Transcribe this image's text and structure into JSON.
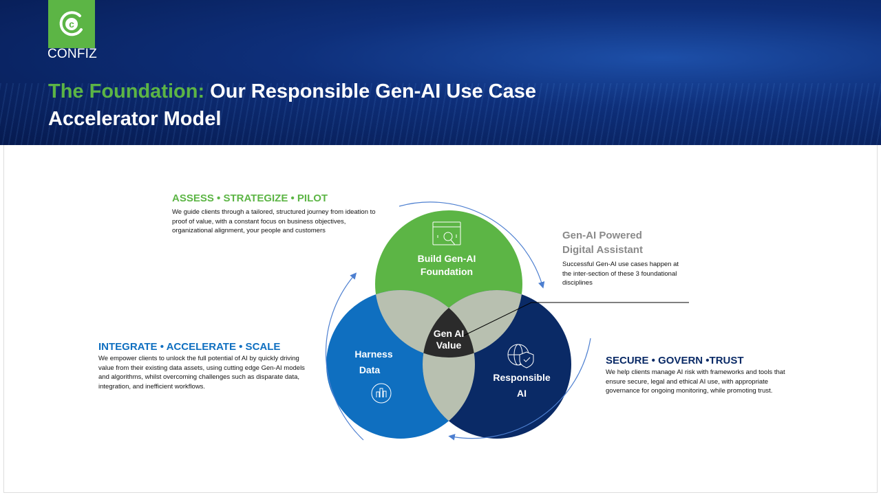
{
  "header": {
    "logo_text": "CONFIZ",
    "title_accent": "The Foundation:",
    "title_line1": " Our Responsible Gen-AI Use Case",
    "title_line2": "Accelerator Model"
  },
  "assess": {
    "heading": "ASSESS • STRATEGIZE • PILOT",
    "body": "We guide clients through a tailored, structured journey from ideation to proof of value, with a constant focus on business objectives, organizational alignment, your people and customers"
  },
  "integrate": {
    "heading": "INTEGRATE • ACCELERATE • SCALE",
    "body": "We empower clients to unlock the full potential of AI by quickly driving value from their existing data assets, using cutting edge Gen-AI models and algorithms, whilst overcoming challenges such as disparate data, integration, and inefficient workflows."
  },
  "assistant": {
    "heading1": "Gen-AI Powered",
    "heading2": "Digital Assistant",
    "body": "Successful Gen-AI use cases happen at the inter-section of these 3 foundational disciplines"
  },
  "secure": {
    "heading": "SECURE • GOVERN •TRUST",
    "body": "We help clients manage AI risk with frameworks and tools that ensure secure, legal and ethical AI use, with appropriate governance for ongoing monitoring, while promoting trust."
  },
  "venn": {
    "build1": "Build Gen-AI",
    "build2": "Foundation",
    "harness1": "Harness",
    "harness2": "Data",
    "resp1": "Responsible",
    "resp2": "AI",
    "center1": "Gen AI",
    "center2": "Value"
  },
  "colors": {
    "green": "#5cb545",
    "blue": "#0f6fc0",
    "navy": "#0a2a66",
    "overlap": "#b8c0b0",
    "center": "#2b2b2b",
    "arrow": "#4d7fd0"
  }
}
